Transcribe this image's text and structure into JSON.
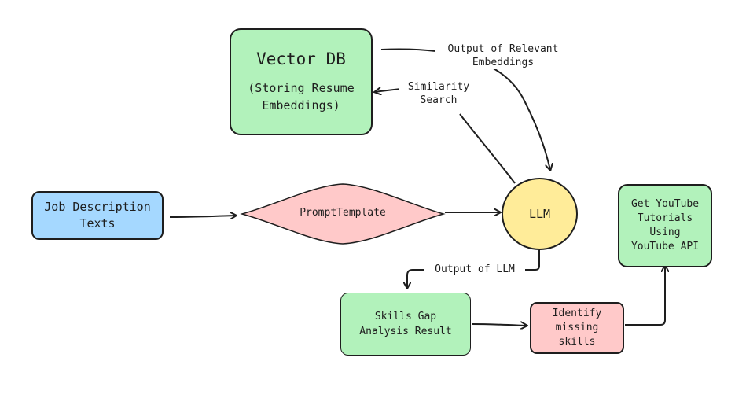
{
  "nodes": {
    "vector_db": {
      "title": "Vector DB",
      "subtitle_line1": "(Storing Resume",
      "subtitle_line2": "Embeddings)",
      "fill": "#b2f2bb"
    },
    "job_description": {
      "line1": "Job Description",
      "line2": "Texts",
      "fill": "#a5d8ff"
    },
    "prompt_template": {
      "label": "PromptTemplate",
      "fill": "#ffc9c9"
    },
    "llm": {
      "label": "LLM",
      "fill": "#ffec99"
    },
    "skills_gap": {
      "line1": "Skills Gap",
      "line2": "Analysis Result",
      "fill": "#b2f2bb"
    },
    "identify_missing": {
      "line1": "Identify",
      "line2": "missing",
      "line3": "skills",
      "fill": "#ffc9c9"
    },
    "youtube": {
      "line1": "Get YouTube",
      "line2": "Tutorials",
      "line3": "Using",
      "line4": "YouTube API",
      "fill": "#b2f2bb"
    }
  },
  "edge_labels": {
    "output_relevant_line1": "Output of Relevant",
    "output_relevant_line2": "Embeddings",
    "similarity_line1": "Similarity",
    "similarity_line2": "Search",
    "output_llm": "Output of LLM"
  },
  "colors": {
    "stroke": "#1e1e1e"
  }
}
